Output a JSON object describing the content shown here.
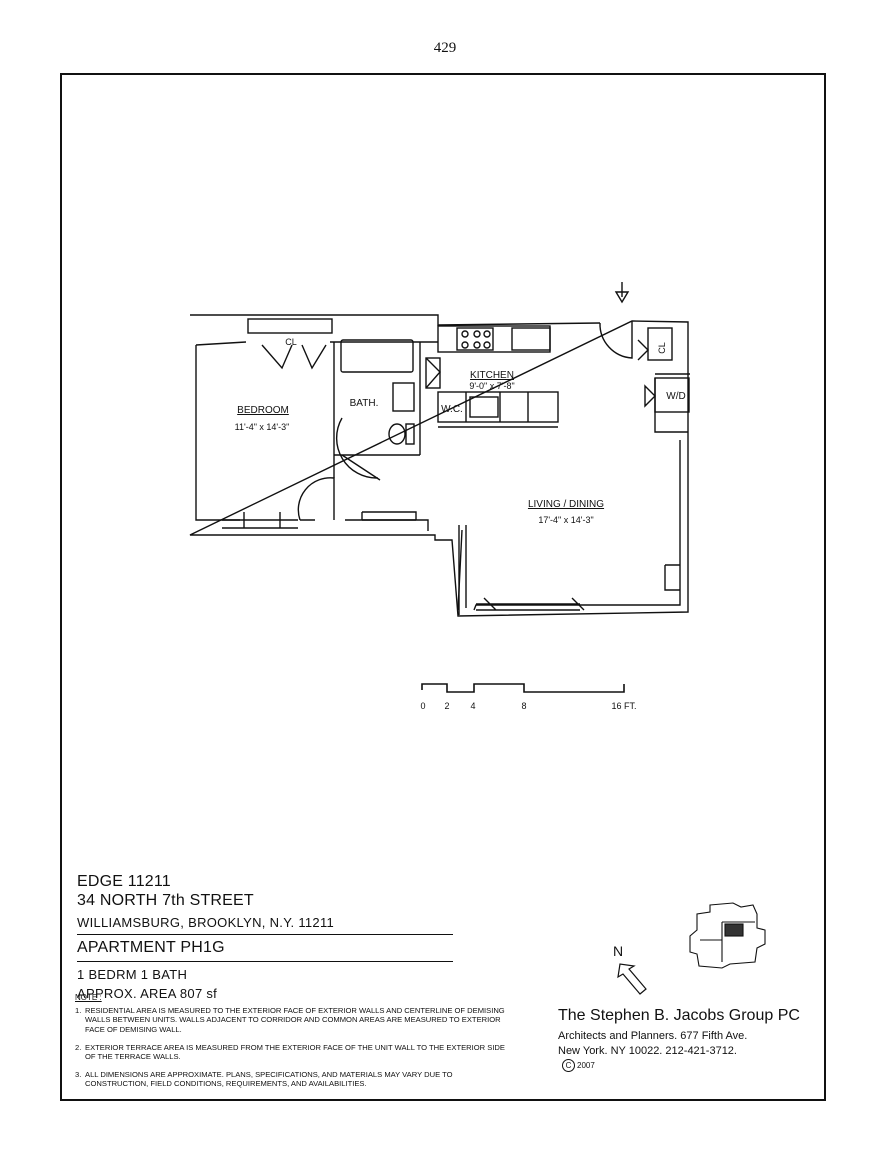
{
  "page_number": "429",
  "plan": {
    "rooms": {
      "bedroom": {
        "name": "BEDROOM",
        "dims": "11'-4\" x 14'-3\""
      },
      "bath": {
        "name": "BATH."
      },
      "wc": {
        "name": "W.C."
      },
      "kitchen": {
        "name": "KITCHEN",
        "dims": "9'-0\" x 7'-8\""
      },
      "living": {
        "name": "LIVING / DINING",
        "dims": "17'-4\" x 14'-3\""
      },
      "closet_bedroom": "CL",
      "closet_entry": "CL",
      "washer_dryer": "W/D"
    },
    "scale_labels": [
      "0",
      "2",
      "4",
      "8",
      "16 FT."
    ]
  },
  "title_block": {
    "project": "EDGE 11211",
    "address": "34 NORTH 7th STREET",
    "city": "WILLIAMSBURG, BROOKLYN,  N.Y. 11211",
    "apartment": "APARTMENT PH1G",
    "rooms": "1 BEDRM   1 BATH",
    "area": "APPROX.  AREA 807 sf"
  },
  "notes": {
    "heading": "NOTE :",
    "items": [
      {
        "num": "1.",
        "text": "RESIDENTIAL AREA IS MEASURED TO THE EXTERIOR FACE OF EXTERIOR WALLS AND CENTERLINE OF DEMISING WALLS BETWEEN UNITS. WALLS ADJACENT TO CORRIDOR AND COMMON AREAS ARE MEASURED TO EXTERIOR FACE  OF DEMISING WALL."
      },
      {
        "num": "2.",
        "text": "EXTERIOR TERRACE  AREA IS MEASURED FROM THE EXTERIOR FACE OF THE UNIT WALL TO THE EXTERIOR SIDE OF THE TERRACE WALLS."
      },
      {
        "num": "3.",
        "text": "ALL DIMENSIONS ARE APPROXIMATE.  PLANS, SPECIFICATIONS, AND MATERIALS MAY VARY DUE TO CONSTRUCTION, FIELD CONDITIONS, REQUIREMENTS, AND AVAILABILITIES."
      }
    ]
  },
  "north_label": "N",
  "firm": {
    "name": "The Stephen B. Jacobs Group PC",
    "line1": "Architects and Planners.  677 Fifth Ave.",
    "line2": "New York.  NY 10022.  212-421-3712.",
    "copyright_symbol": "C",
    "copyright_year": "2007"
  }
}
